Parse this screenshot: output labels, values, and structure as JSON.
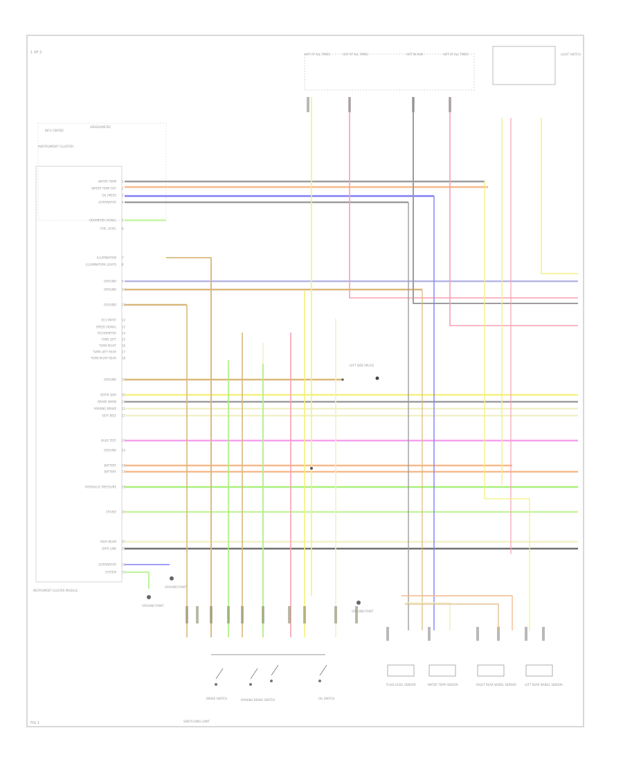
{
  "diagram": {
    "corner_label": "1 OF 2",
    "footer_left": "FIG 1",
    "footer_center": "SWITCHING UNIT",
    "cluster_title": "INSTRUMENT CLUSTER",
    "cluster_sub": "INFO CENTER",
    "cluster_sub2": "SPEEDOMETER",
    "cluster_note": "INSTRUMENT CLUSTER MODULE",
    "top_connectors": [
      {
        "label": "HOT AT ALL TIMES",
        "wire_color": "#f5f07a"
      },
      {
        "label": "HOT AT ALL TIMES",
        "wire_color": "#f7a0b0"
      },
      {
        "label": "HOT IN RUN",
        "wire_color": "#8a8a8a"
      },
      {
        "label": "HOT AT ALL TIMES",
        "wire_color": "#f7a0b0"
      }
    ],
    "top_right_box": {
      "label": "LIGHT SWITCH"
    },
    "left_pins": [
      "WATER TEMP",
      "WATER TEMP OUT",
      "OIL PRESS",
      "ALTERNATOR",
      "ODOMETER SIGNAL",
      "FUEL LEVEL",
      "ILLUMINATION",
      "ILLUMINATION LIGHTS",
      "GROUND",
      "GROUND",
      "GROUND",
      "ECU INPUT",
      "SPEED SIGNAL",
      "TACHOMETER",
      "TURN LEFT",
      "TURN RIGHT",
      "TURN LEFT REAR",
      "TURN RIGHT REAR",
      "GROUND",
      "DOOR AJAR",
      "BRAKE WARN",
      "PARKING BRAKE",
      "SEAT BELT",
      "BULB TEST",
      "GROUND",
      "BATTERY",
      "BATTERY",
      "HYDRAULIC PRESSURE",
      "CRUISE",
      "HIGH BEAM",
      "DATA LINK",
      "ALTERNATOR",
      "SYSTEM"
    ],
    "bottom_components": [
      "BRAKE SWITCH",
      "PARKING BRAKE SWITCH",
      "OIL SWITCH",
      "FLUID LEVEL SENSOR",
      "WATER TEMP SENSOR",
      "RIGHT REAR WHEEL SENSOR",
      "LEFT REAR WHEEL SENSOR"
    ],
    "ground_labels": [
      "GROUND POINT",
      "GROUND POINT",
      "GROUND POINT"
    ],
    "splice_label": "LEFT SIDE SPLICE",
    "wire_colors": {
      "yellow": "#f5f07a",
      "pink": "#f7a0b0",
      "red": "#f38a8a",
      "blue": "#7f7ff5",
      "gray": "#9c9c9c",
      "dark": "#6f6f6f",
      "orange": "#f7b98a",
      "tan": "#d9b87a",
      "green": "#a8f07a",
      "lightgreen": "#c6f5a0",
      "magenta": "#f5a0f0",
      "lavender": "#b6b6e6",
      "cream": "#f2f0c8"
    }
  }
}
